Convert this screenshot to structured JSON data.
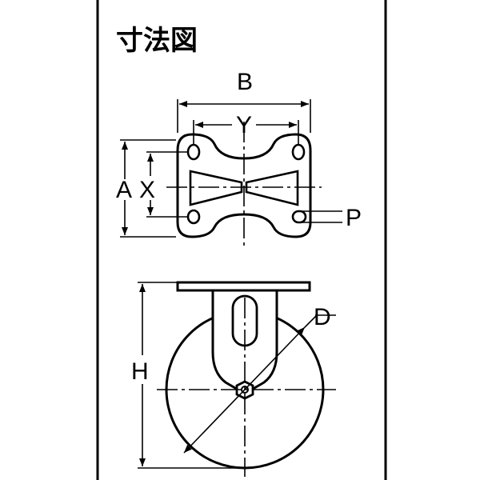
{
  "title": "寸法図",
  "labels": {
    "A": "A",
    "B": "B",
    "X": "X",
    "Y": "Y",
    "P": "P",
    "H": "H",
    "D": "D"
  },
  "colors": {
    "line": "#000000",
    "background": "#ffffff"
  }
}
